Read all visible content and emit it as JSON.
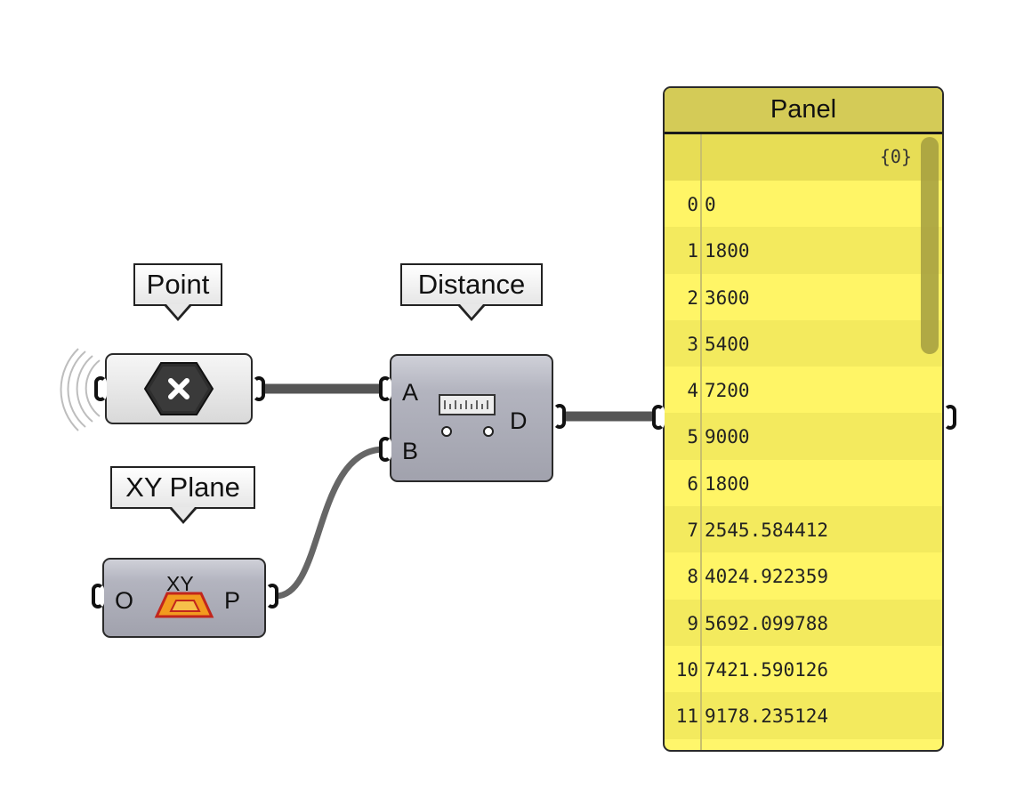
{
  "nodes": {
    "point": {
      "label": "Point"
    },
    "distance": {
      "label": "Distance",
      "input_a": "A",
      "input_b": "B",
      "output_d": "D"
    },
    "xy_plane": {
      "label": "XY Plane",
      "input_o": "O",
      "output_p": "P",
      "icon_text": "XY"
    }
  },
  "panel": {
    "title": "Panel",
    "path": "{0}",
    "rows": [
      {
        "index": "0",
        "value": "0"
      },
      {
        "index": "1",
        "value": "1800"
      },
      {
        "index": "2",
        "value": "3600"
      },
      {
        "index": "3",
        "value": "5400"
      },
      {
        "index": "4",
        "value": "7200"
      },
      {
        "index": "5",
        "value": "9000"
      },
      {
        "index": "6",
        "value": "1800"
      },
      {
        "index": "7",
        "value": "2545.584412"
      },
      {
        "index": "8",
        "value": "4024.922359"
      },
      {
        "index": "9",
        "value": "5692.099788"
      },
      {
        "index": "10",
        "value": "7421.590126"
      },
      {
        "index": "11",
        "value": "9178.235124"
      }
    ]
  },
  "colors": {
    "panel_body": "#fff66b",
    "panel_header": "#d4cb57",
    "component_dark": "#a1a2ad",
    "wire": "#555555"
  }
}
